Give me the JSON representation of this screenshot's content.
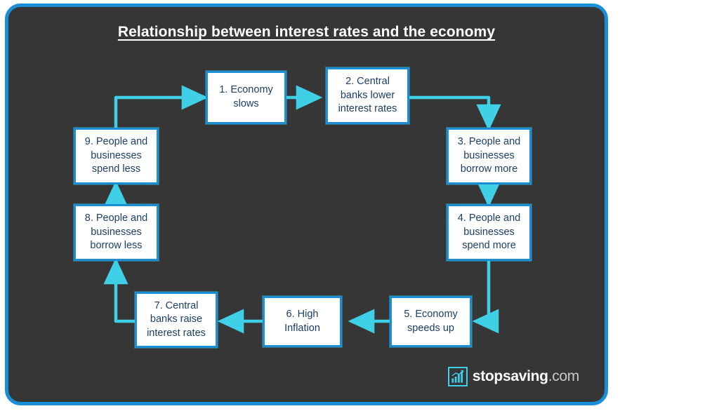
{
  "page": {
    "title": "Relationship between interest rates and the economy",
    "background_color": "#ffffff",
    "card_color": "#363636",
    "border_color": "#1a8fd8",
    "arrow_color": "#3fd0e8",
    "node_text_color": "#1b3f66"
  },
  "diagram": {
    "type": "cycle-flowchart",
    "nodes": [
      {
        "id": "n1",
        "label": "1. Economy slows"
      },
      {
        "id": "n2",
        "label": "2. Central banks lower interest rates"
      },
      {
        "id": "n3",
        "label": "3. People and businesses borrow more"
      },
      {
        "id": "n4",
        "label": "4. People and businesses spend more"
      },
      {
        "id": "n5",
        "label": "5. Economy speeds up"
      },
      {
        "id": "n6",
        "label": "6. High Inflation"
      },
      {
        "id": "n7",
        "label": "7. Central banks raise interest rates"
      },
      {
        "id": "n8",
        "label": "8. People and businesses borrow less"
      },
      {
        "id": "n9",
        "label": "9. People and businesses spend less"
      }
    ],
    "edges": [
      {
        "from": "n1",
        "to": "n2"
      },
      {
        "from": "n2",
        "to": "n3"
      },
      {
        "from": "n3",
        "to": "n4"
      },
      {
        "from": "n4",
        "to": "n5"
      },
      {
        "from": "n5",
        "to": "n6"
      },
      {
        "from": "n6",
        "to": "n7"
      },
      {
        "from": "n7",
        "to": "n8"
      },
      {
        "from": "n8",
        "to": "n9"
      },
      {
        "from": "n9",
        "to": "n1"
      }
    ]
  },
  "logo": {
    "icon": "bar-chart-growth-icon",
    "name": "stopsaving",
    "tld": ".com"
  }
}
